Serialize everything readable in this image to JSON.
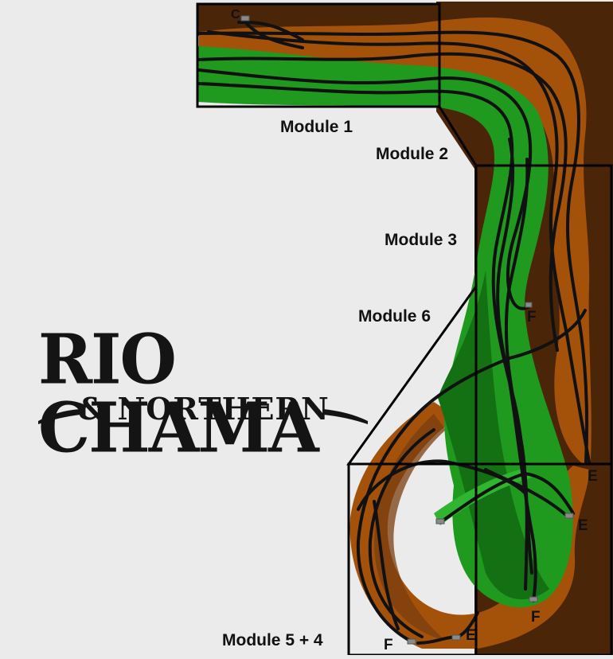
{
  "logo": {
    "line1": "RIO CHAMA",
    "line2": "& NORTHERN"
  },
  "modules": {
    "m1": "Module 1",
    "m2": "Module 2",
    "m3": "Module 3",
    "m6": "Module 6",
    "m54": "Module 5 + 4"
  },
  "tags": {
    "c": "C",
    "f1": "F",
    "e1": "E",
    "e2": "E",
    "f2": "F",
    "f3": "F",
    "e3": "E"
  },
  "colors": {
    "background": "#ebebeb",
    "scenery_dark": "#4a2508",
    "scenery_brown": "#a4520a",
    "scenery_mid": "#7a3d10",
    "water_green": "#1f9a1f",
    "water_dark": "#137013",
    "track": "#111111"
  }
}
